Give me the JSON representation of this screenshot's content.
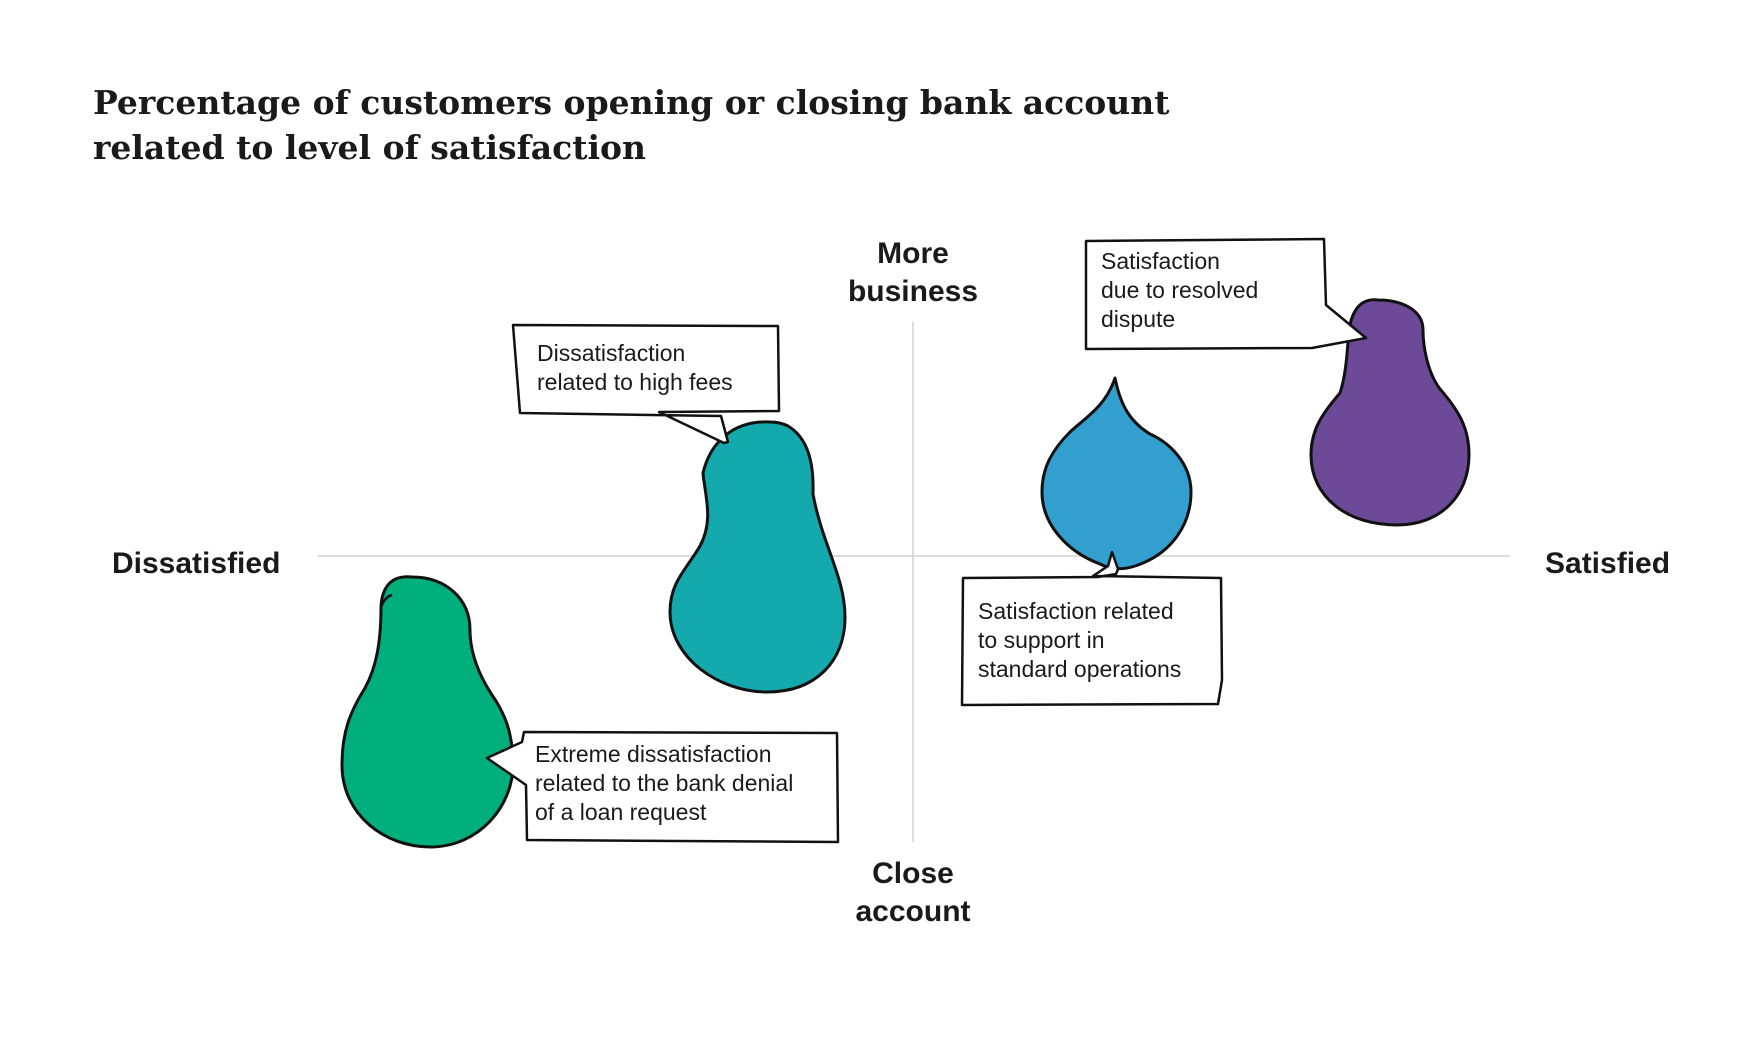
{
  "title": {
    "line1": "Percentage of customers opening or closing bank account",
    "line2": "related to level of satisfaction"
  },
  "axes": {
    "top": {
      "line1": "More",
      "line2": "business"
    },
    "bottom": {
      "line1": "Close",
      "line2": "account"
    },
    "left": "Dissatisfied",
    "right": "Satisfied"
  },
  "callouts": {
    "high_fees": {
      "line1": "Dissatisfaction",
      "line2": "related to high fees"
    },
    "loan_denial": {
      "line1": "Extreme dissatisfaction",
      "line2": "related to the bank denial",
      "line3": "of a loan request"
    },
    "standard_ops": {
      "line1": "Satisfaction related",
      "line2": "to support in",
      "line3": "standard operations"
    },
    "resolved_dispute": {
      "line1": "Satisfaction",
      "line2": "due to resolved",
      "line3": "dispute"
    }
  },
  "colors": {
    "green": "#00af7b",
    "teal": "#13a9ad",
    "blue": "#339fcf",
    "purple": "#6c4a98",
    "axis": "#d0d0d0"
  },
  "shapes": {
    "high_fees": "pear",
    "loan_denial": "pear",
    "standard_ops": "drop",
    "resolved_dispute": "pear"
  }
}
